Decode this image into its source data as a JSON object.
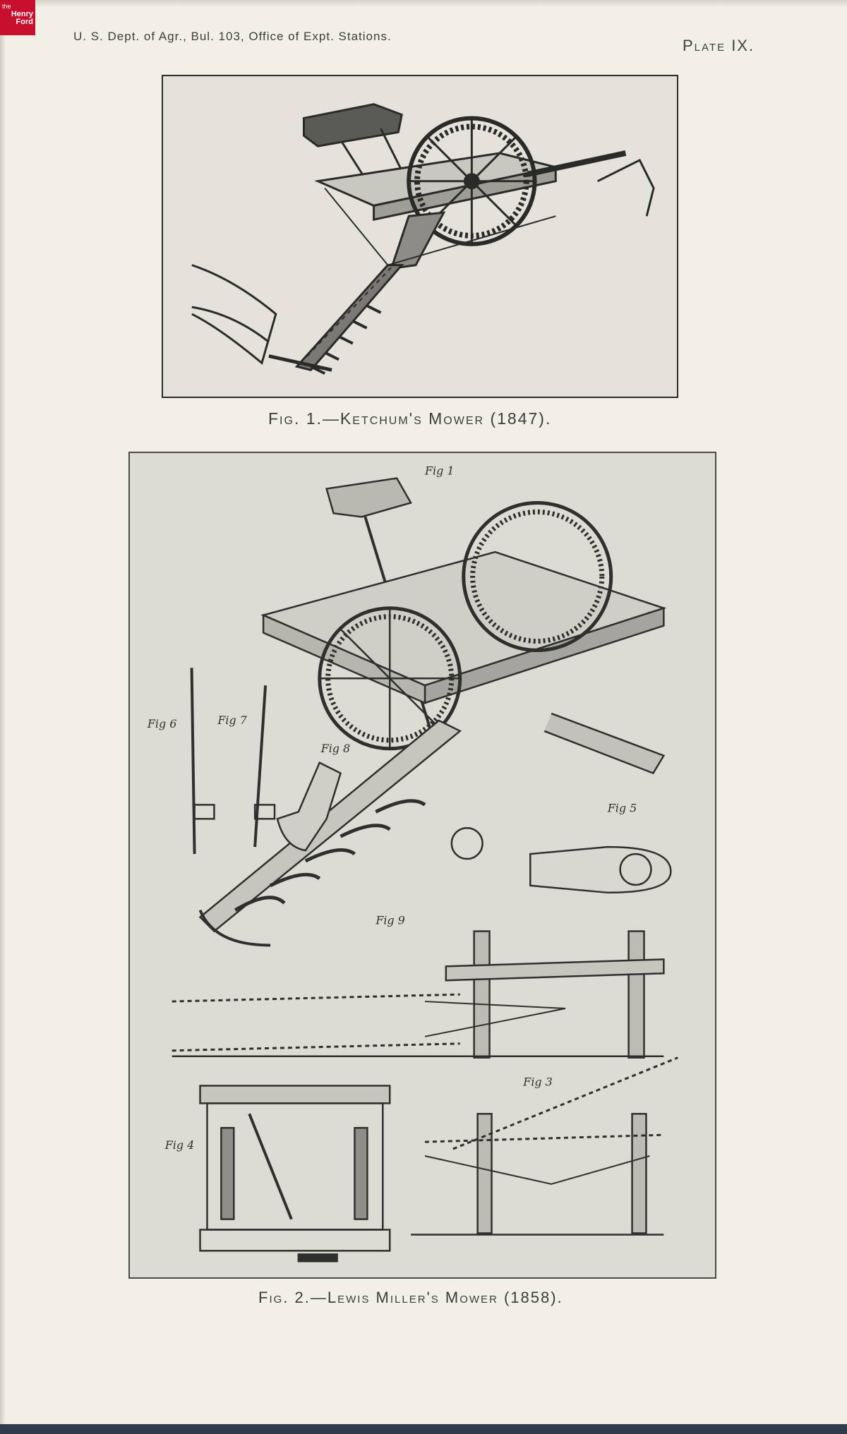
{
  "watermark": {
    "line1": "the",
    "line2": "Henry",
    "line3": "Ford"
  },
  "header": {
    "left": "U. S. Dept. of Agr., Bul. 103, Office of Expt. Stations.",
    "right": "Plate IX."
  },
  "figures": [
    {
      "caption": "Fig. 1.—Ketchum's Mower (1847)."
    },
    {
      "caption": "Fig. 2.—Lewis Miller's Mower (1858).",
      "sublabels": [
        "Fig 1",
        "Fig 3",
        "Fig 4",
        "Fig 5",
        "Fig 6",
        "Fig 7",
        "Fig 8",
        "Fig 9"
      ]
    }
  ]
}
